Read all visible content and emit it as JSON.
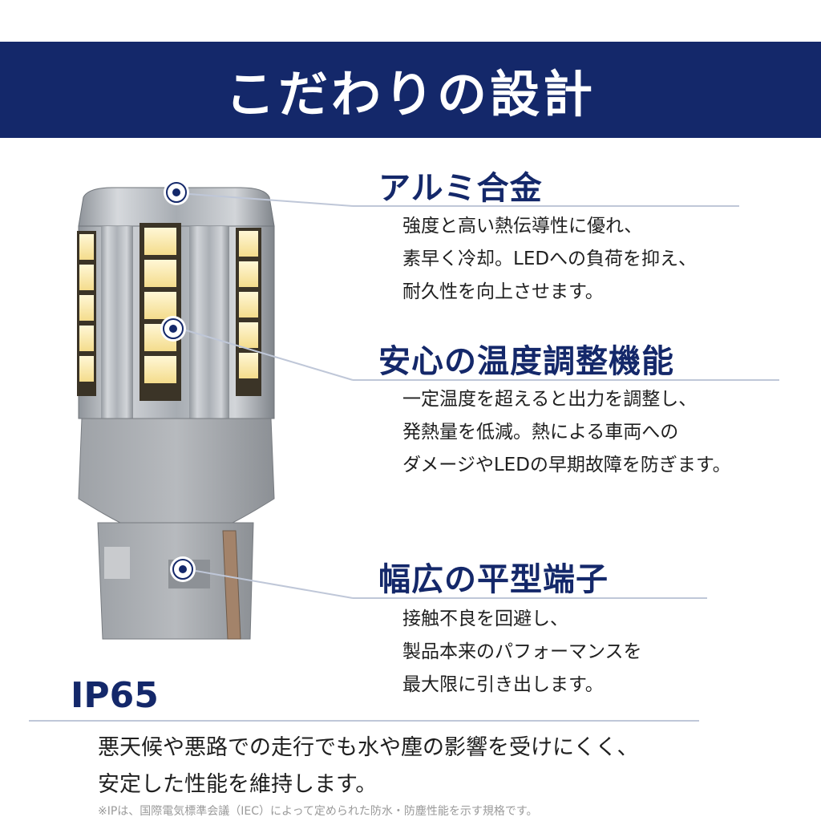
{
  "banner": {
    "title": "こだわりの設計"
  },
  "features": [
    {
      "title": "アルミ合金",
      "lines": [
        "強度と高い熱伝導性に優れ、",
        "素早く冷却。LEDへの負荷を抑え、",
        "耐久性を向上させます。"
      ]
    },
    {
      "title": "安心の温度調整機能",
      "lines": [
        "一定温度を超えると出力を調整し、",
        "発熱量を低減。熱による車両への",
        "ダメージやLEDの早期故障を防ぎます。"
      ]
    },
    {
      "title": "幅広の平型端子",
      "lines": [
        "接触不良を回避し、",
        "製品本来のパフォーマンスを",
        "最大限に引き出します。"
      ]
    }
  ],
  "ip": {
    "title": "IP65",
    "lines": [
      "悪天候や悪路での走行でも水や塵の影響を受けにくく、",
      "安定した性能を維持します。"
    ],
    "footnote": "※IPは、国際電気標準会議（IEC）によって定められた防水・防塵性能を示す規格です。"
  },
  "colors": {
    "brand": "#14286a",
    "rule": "#bfc7d8"
  }
}
